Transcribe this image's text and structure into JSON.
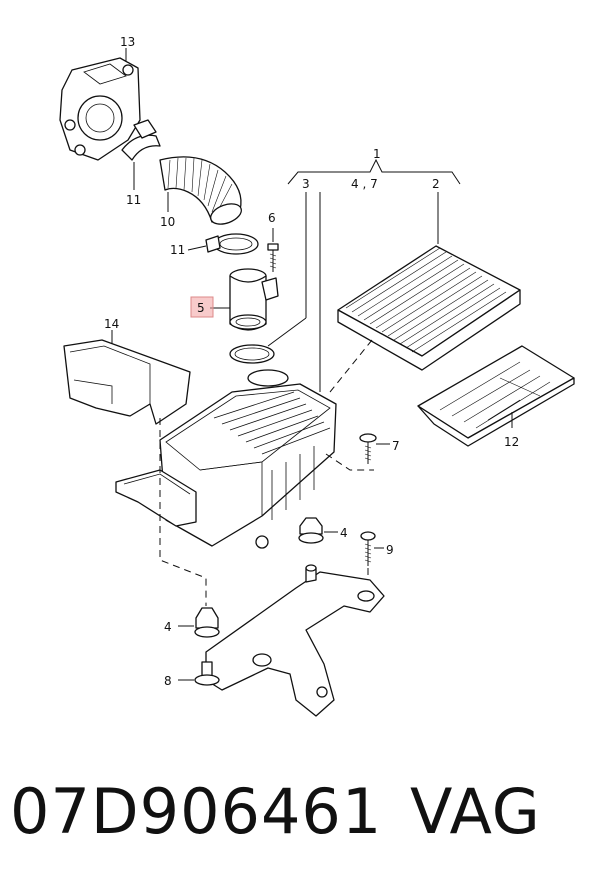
{
  "callouts": {
    "c1": "1",
    "c2": "2",
    "c3": "3",
    "c4_7": "4 , 7",
    "c4a": "4",
    "c4b": "4",
    "c5": "5",
    "c6": "6",
    "c7": "7",
    "c8": "8",
    "c9": "9",
    "c10": "10",
    "c11a": "11",
    "c11b": "11",
    "c12": "12",
    "c13": "13",
    "c14": "14"
  },
  "highlight_color": "#f2a0a0",
  "footer": {
    "part_number": "07D906461",
    "brand": "VAG"
  }
}
